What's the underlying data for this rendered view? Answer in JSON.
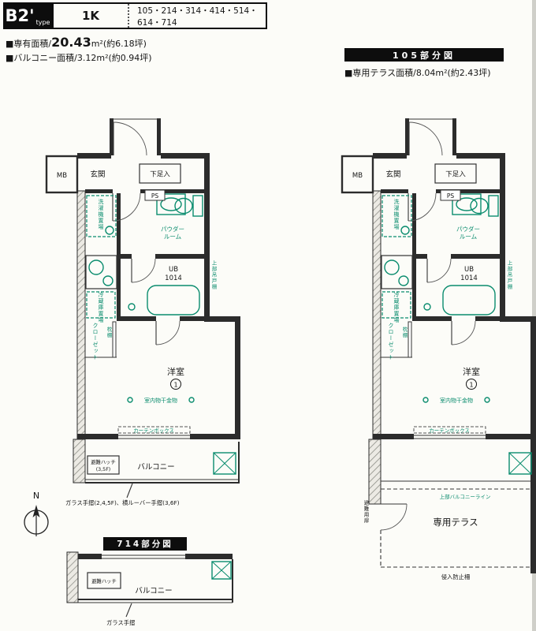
{
  "header": {
    "type_name": "B2'",
    "type_suffix": "type",
    "layout": "1K",
    "units_line1": "105・214・314・414・514・",
    "units_line2": "614・714"
  },
  "areas": {
    "exclusive_prefix": "■専有面積/",
    "exclusive_value": "20.43",
    "exclusive_suffix": "m²(約6.18坪)",
    "balcony_line": "■バルコニー面積/3.12m²(約0.94坪)"
  },
  "detail105": {
    "title": "105部分図",
    "terrace_line": "■専用テラス面積/8.04m²(約2.43坪)"
  },
  "detail714": {
    "title": "714部分図"
  },
  "compass_label": "N",
  "plan": {
    "mb": "MB",
    "genkan": "玄関",
    "shoe": "下足入",
    "ps": "PS",
    "powder1": "パウダー",
    "powder2": "ルーム",
    "ub": "UB",
    "ub_size": "1014",
    "washer": "洗濯機置場",
    "fridge": "冷蔵庫置場",
    "closet": "クローゼット",
    "shelf": "枕棚",
    "cabinet": "上部吊戸棚",
    "room": "洋室",
    "room_mark": "1",
    "drying": "室内物干金物",
    "curtain": "カーテンボックス",
    "balcony": "バルコニー",
    "hatch1": "避難ハッチ",
    "hatch2": "(3,5F)",
    "rail_note": "ガラス手摺(2,4,5F)、横ルーバー手摺(3,6F)",
    "terrace": "専用テラス",
    "upper_balcony_line": "上部バルコニーライン",
    "escape_door": "避難用扉",
    "fence": "侵入防止柵",
    "glass_rail": "ガラス手摺"
  },
  "colors": {
    "accent": "#0a8c6e",
    "wall": "#2c2c2c"
  }
}
